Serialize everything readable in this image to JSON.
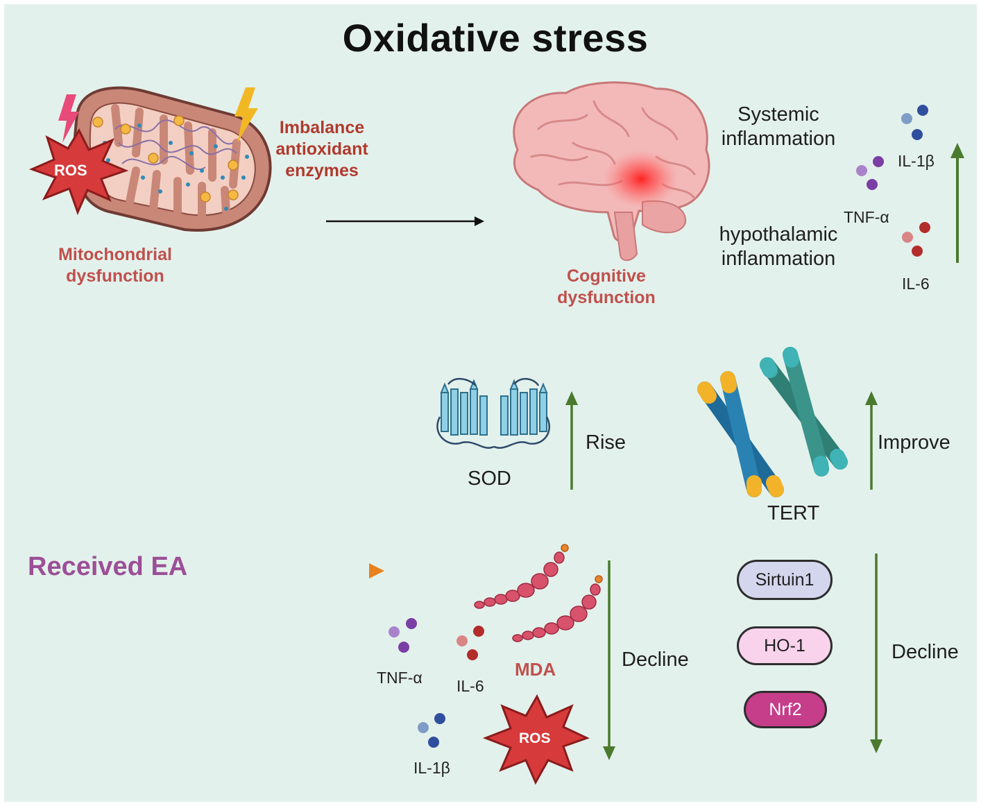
{
  "title": "Oxidative stress",
  "top": {
    "ros_label": "ROS",
    "imbalance_label": [
      "Imbalance",
      "antioxidant",
      "enzymes"
    ],
    "mito_label": [
      "Mitochondrial",
      "dysfunction"
    ],
    "cognitive_label": [
      "Cognitive",
      "dysfunction"
    ],
    "systemic_label": [
      "Systemic",
      "inflammation"
    ],
    "hypothalamic_label": [
      "hypothalamic",
      "inflammation"
    ],
    "cytokines": [
      "IL-1β",
      "TNF-α",
      "IL-6"
    ]
  },
  "bottom": {
    "received_label": "Received EA",
    "sod_label": "SOD",
    "rise_label": "Rise",
    "tert_label": "TERT",
    "improve_label": "Improve",
    "mda_label": "MDA",
    "ros_label": "ROS",
    "decline_left_label": "Decline",
    "decline_right_label": "Decline",
    "cytokines": [
      "TNF-α",
      "IL-6",
      "IL-1β"
    ],
    "pills": [
      {
        "label": "Sirtuin1",
        "color": "#d3d6ec"
      },
      {
        "label": "HO-1",
        "color": "#f9d2ec"
      },
      {
        "label": "Nrf2",
        "color": "#c63d8a"
      }
    ]
  },
  "colors": {
    "background": "#e3f1ec",
    "red_text": "#b03a2e",
    "ea_purple": "#9b4f96",
    "arrow_green": "#4a7a2e",
    "arrow_orange": "#e8821e"
  }
}
